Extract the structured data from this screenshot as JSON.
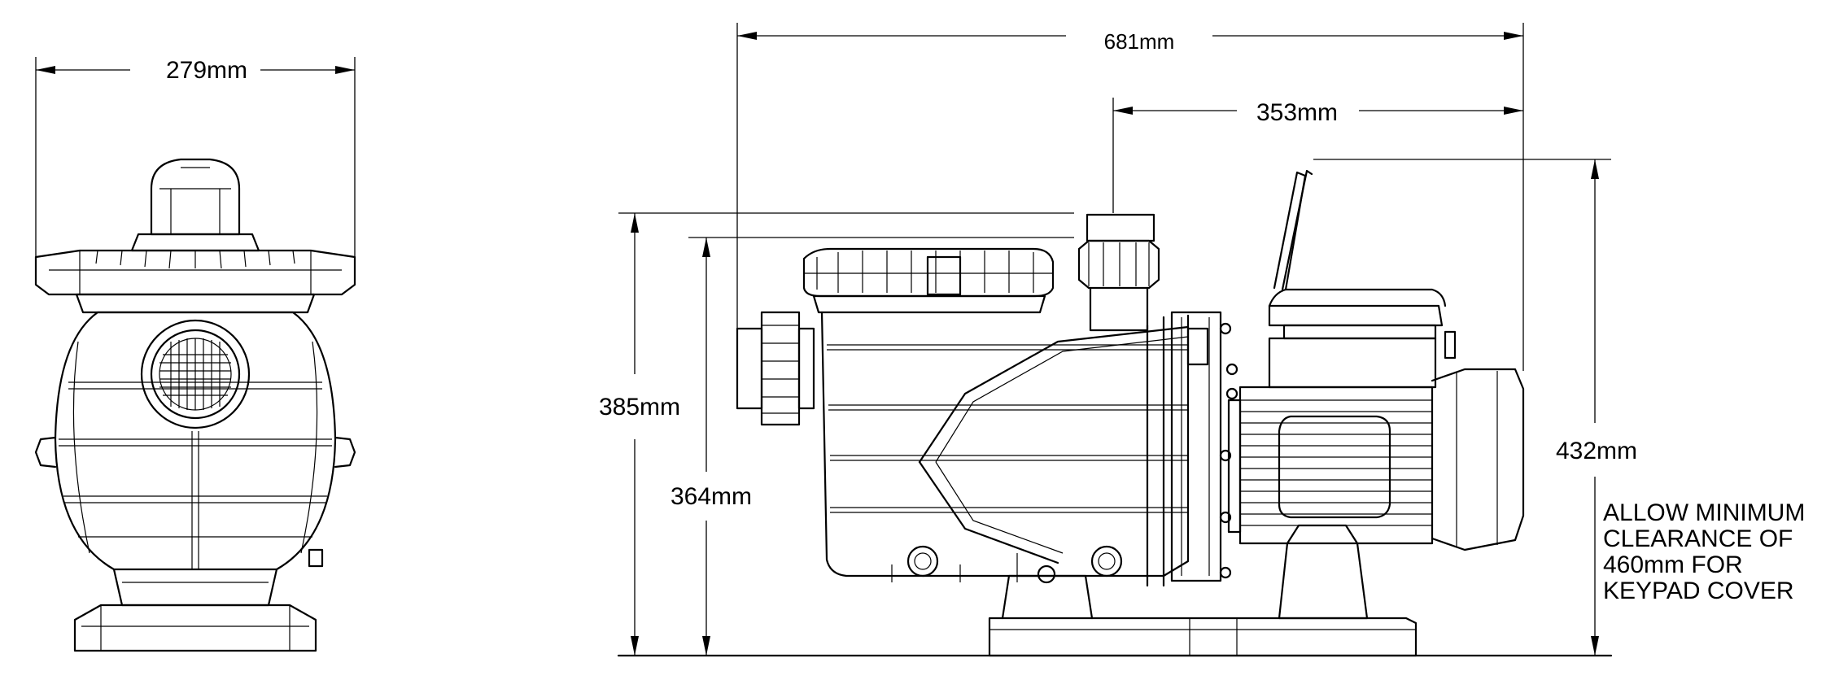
{
  "dimensions": {
    "front_width": "279mm",
    "overall_length": "681mm",
    "motor_length": "353mm",
    "inlet_height": "385mm",
    "inlet_center_height": "364mm",
    "overall_height": "432mm"
  },
  "note": {
    "lines": [
      "ALLOW MINIMUM",
      "CLEARANCE OF",
      "460mm FOR",
      "KEYPAD COVER"
    ]
  }
}
